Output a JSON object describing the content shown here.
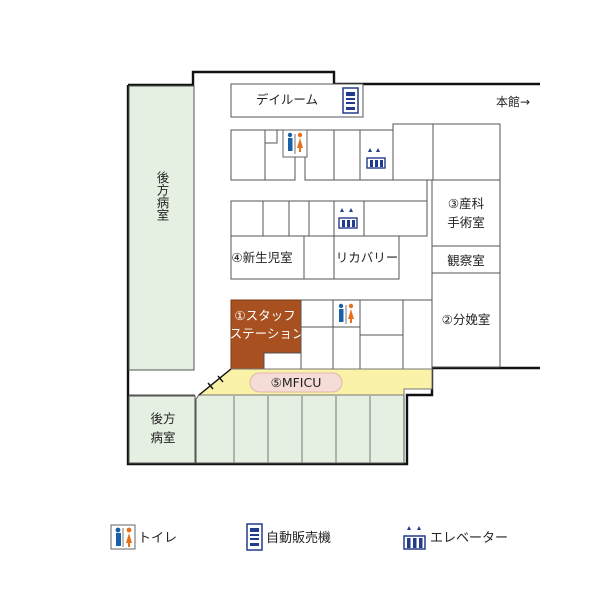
{
  "rooms": {
    "day_room": "デイルーム",
    "main_building": "本館→",
    "rear_ward_top": "後方病室",
    "rear_ward_bottom_line1": "後方",
    "rear_ward_bottom_line2": "病室",
    "delivery_surgery_line1": "③産科",
    "delivery_surgery_line2": "手術室",
    "observation": "観察室",
    "newborn": "④新生児室",
    "recovery": "リカバリー",
    "staff_station_line1": "①スタッフ",
    "staff_station_line2": "ステーション",
    "delivery": "②分娩室",
    "mficu": "⑤MFICU"
  },
  "legend": {
    "toilet": "トイレ",
    "vending": "自動販売機",
    "elevator": "エレベーター"
  },
  "colors": {
    "ward_green": "#e5f0e2",
    "staff_brown": "#a8501f",
    "mficu_yellow": "#faf2a6",
    "mficu_badge": "#f6dcd6",
    "toilet_blue": "#1a5fa8",
    "toilet_orange": "#e8701d",
    "icon_navy": "#233b8c"
  }
}
